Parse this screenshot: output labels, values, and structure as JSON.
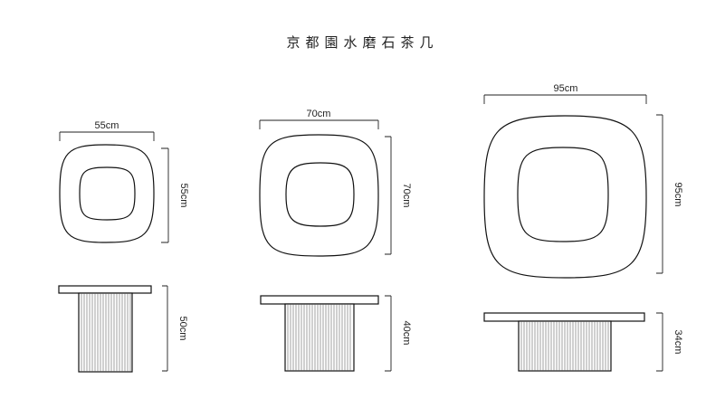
{
  "title": "京都園水磨石茶几",
  "tables": [
    {
      "top_width_label": "55cm",
      "top_depth_label": "55cm",
      "height_label": "50cm"
    },
    {
      "top_width_label": "70cm",
      "top_depth_label": "70cm",
      "height_label": "40cm"
    },
    {
      "top_width_label": "95cm",
      "top_depth_label": "95cm",
      "height_label": "34cm"
    }
  ]
}
